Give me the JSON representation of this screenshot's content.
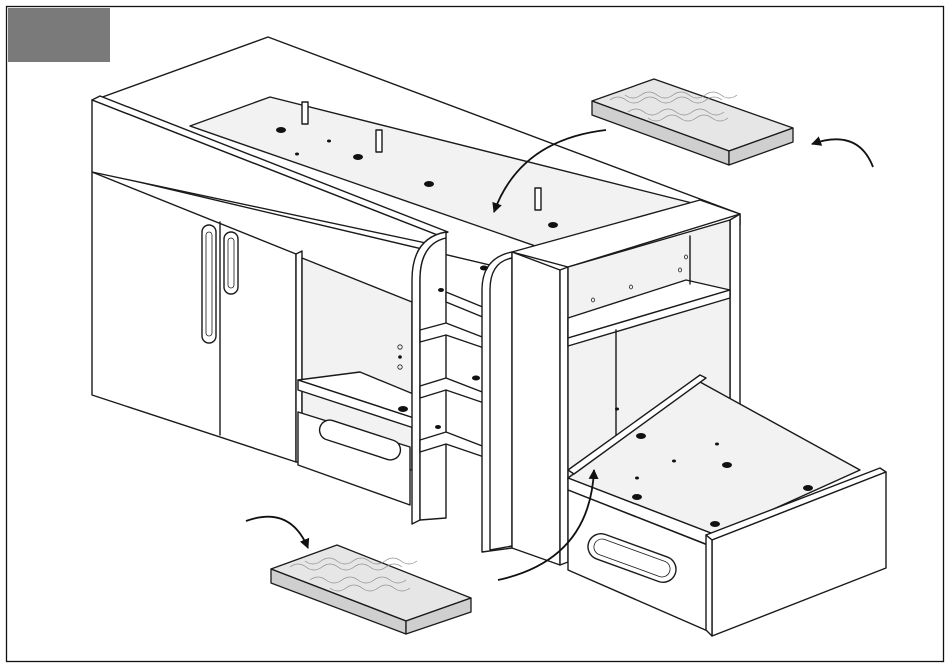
{
  "step": {
    "label": "",
    "badge_color": "#7a7a7a"
  },
  "diagram": {
    "icons": [
      "mattress-upper",
      "mattress-lower",
      "arrow-insert-upper",
      "arrow-insert-lower"
    ]
  }
}
